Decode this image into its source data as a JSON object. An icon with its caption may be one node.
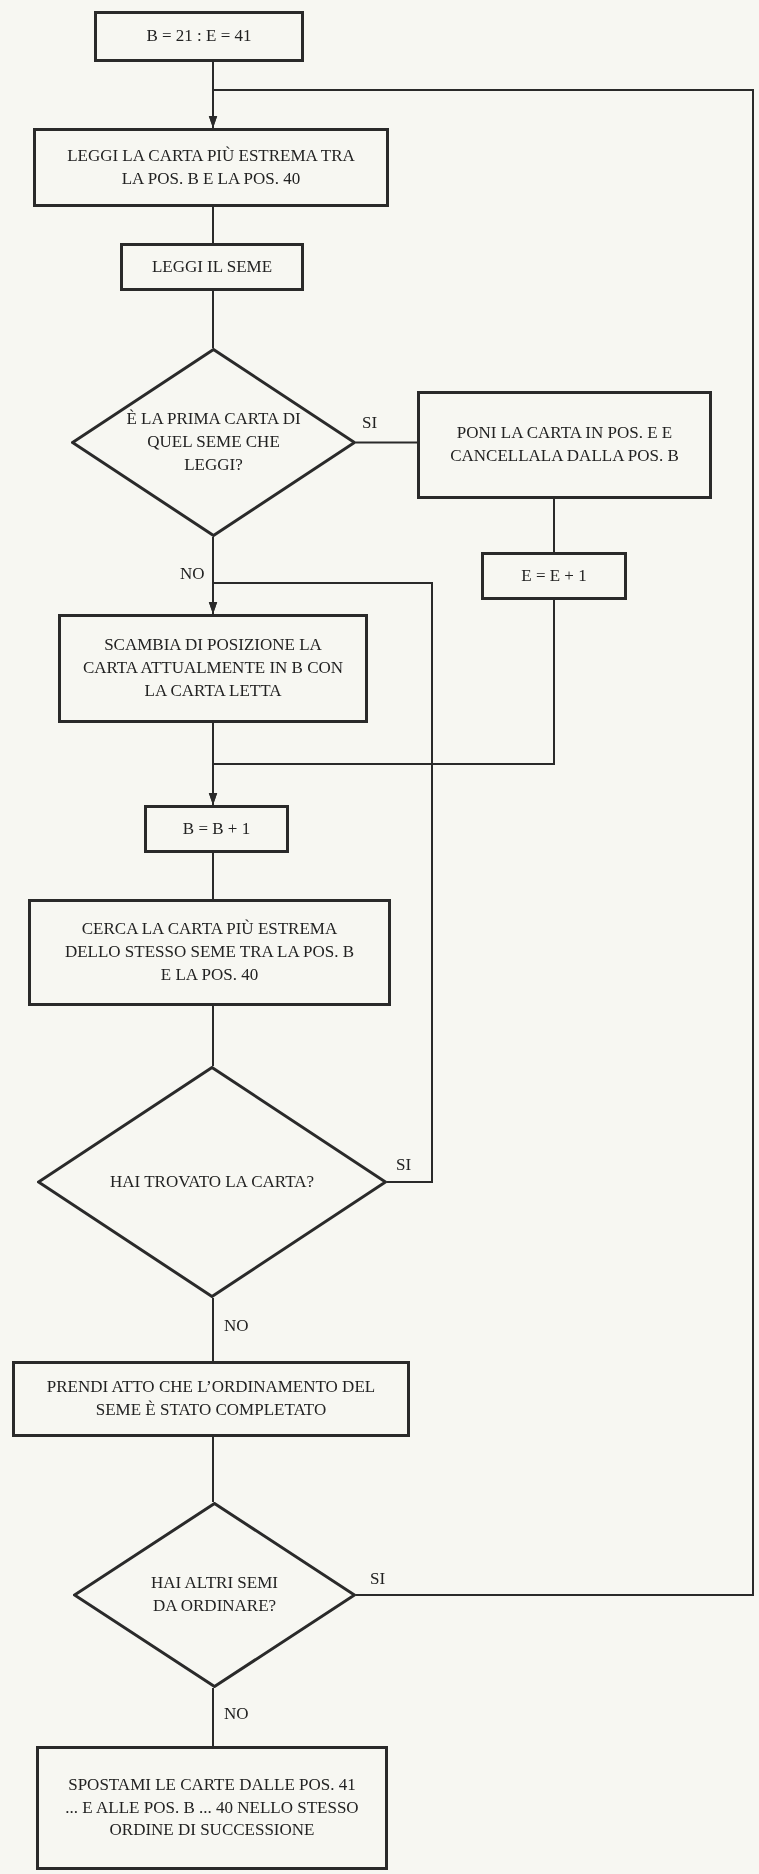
{
  "diagram": {
    "nodes": [
      {
        "text": [
          "B = 21 : E = 41"
        ]
      },
      {
        "text": [
          "LEGGI LA CARTA PIÙ ESTREMA TRA LA POS. B E LA POS. 40"
        ]
      },
      {
        "text": [
          "LEGGI IL SEME"
        ]
      },
      {
        "text": [
          "È LA PRIMA CARTA DI QUEL SEME CHE LEGGI?"
        ]
      },
      {
        "text": [
          "PONI LA CARTA IN POS. E E CANCELLALA DALLA POS. B"
        ]
      },
      {
        "text": [
          "E = E + 1"
        ]
      },
      {
        "text": [
          "SCAMBIA DI POSIZIONE LA CARTA ATTUALMENTE IN B CON LA CARTA LETTA"
        ]
      },
      {
        "text": [
          "B = B + 1"
        ]
      },
      {
        "text": [
          "CERCA LA CARTA PIÙ ESTREMA DELLO STESSO SEME TRA LA POS. B E LA POS. 40"
        ]
      },
      {
        "text": [
          "HAI TROVATO LA CARTA?"
        ]
      },
      {
        "text": [
          "PRENDI ATTO CHE L’ORDINAMENTO DEL SEME È STATO COMPLETATO"
        ]
      },
      {
        "text": [
          "HAI ALTRI SEMI DA ORDINARE?"
        ]
      },
      {
        "text": [
          "SPOSTAMI LE CARTE DALLE POS. 41 ... E ALLE POS. B ... 40 NELLO STESSO ORDINE DI SUCCESSIONE"
        ]
      }
    ],
    "edges": [
      {
        "from": 0,
        "to": 1,
        "arrow": "to"
      },
      {
        "from": 11,
        "to": 1,
        "arrow": "to",
        "label": "SI"
      },
      {
        "from": 1,
        "to": 2,
        "arrow": "none"
      },
      {
        "from": 2,
        "to": 3,
        "arrow": "none"
      },
      {
        "from": 3,
        "to": 4,
        "arrow": "none",
        "label": "SI"
      },
      {
        "from": 3,
        "to": 6,
        "arrow": "to",
        "label": "NO"
      },
      {
        "from": 4,
        "to": 5,
        "arrow": "none"
      },
      {
        "from": 6,
        "to": 7,
        "arrow": "to"
      },
      {
        "from": 5,
        "to": 7,
        "arrow": "to"
      },
      {
        "from": 7,
        "to": 8,
        "arrow": "none"
      },
      {
        "from": 8,
        "to": 9,
        "arrow": "none"
      },
      {
        "from": 9,
        "to": 6,
        "arrow": "to",
        "label": "SI"
      },
      {
        "from": 9,
        "to": 10,
        "arrow": "none",
        "label": "NO"
      },
      {
        "from": 10,
        "to": 11,
        "arrow": "none"
      },
      {
        "from": 11,
        "to": 12,
        "arrow": "none",
        "label": "NO"
      }
    ]
  }
}
